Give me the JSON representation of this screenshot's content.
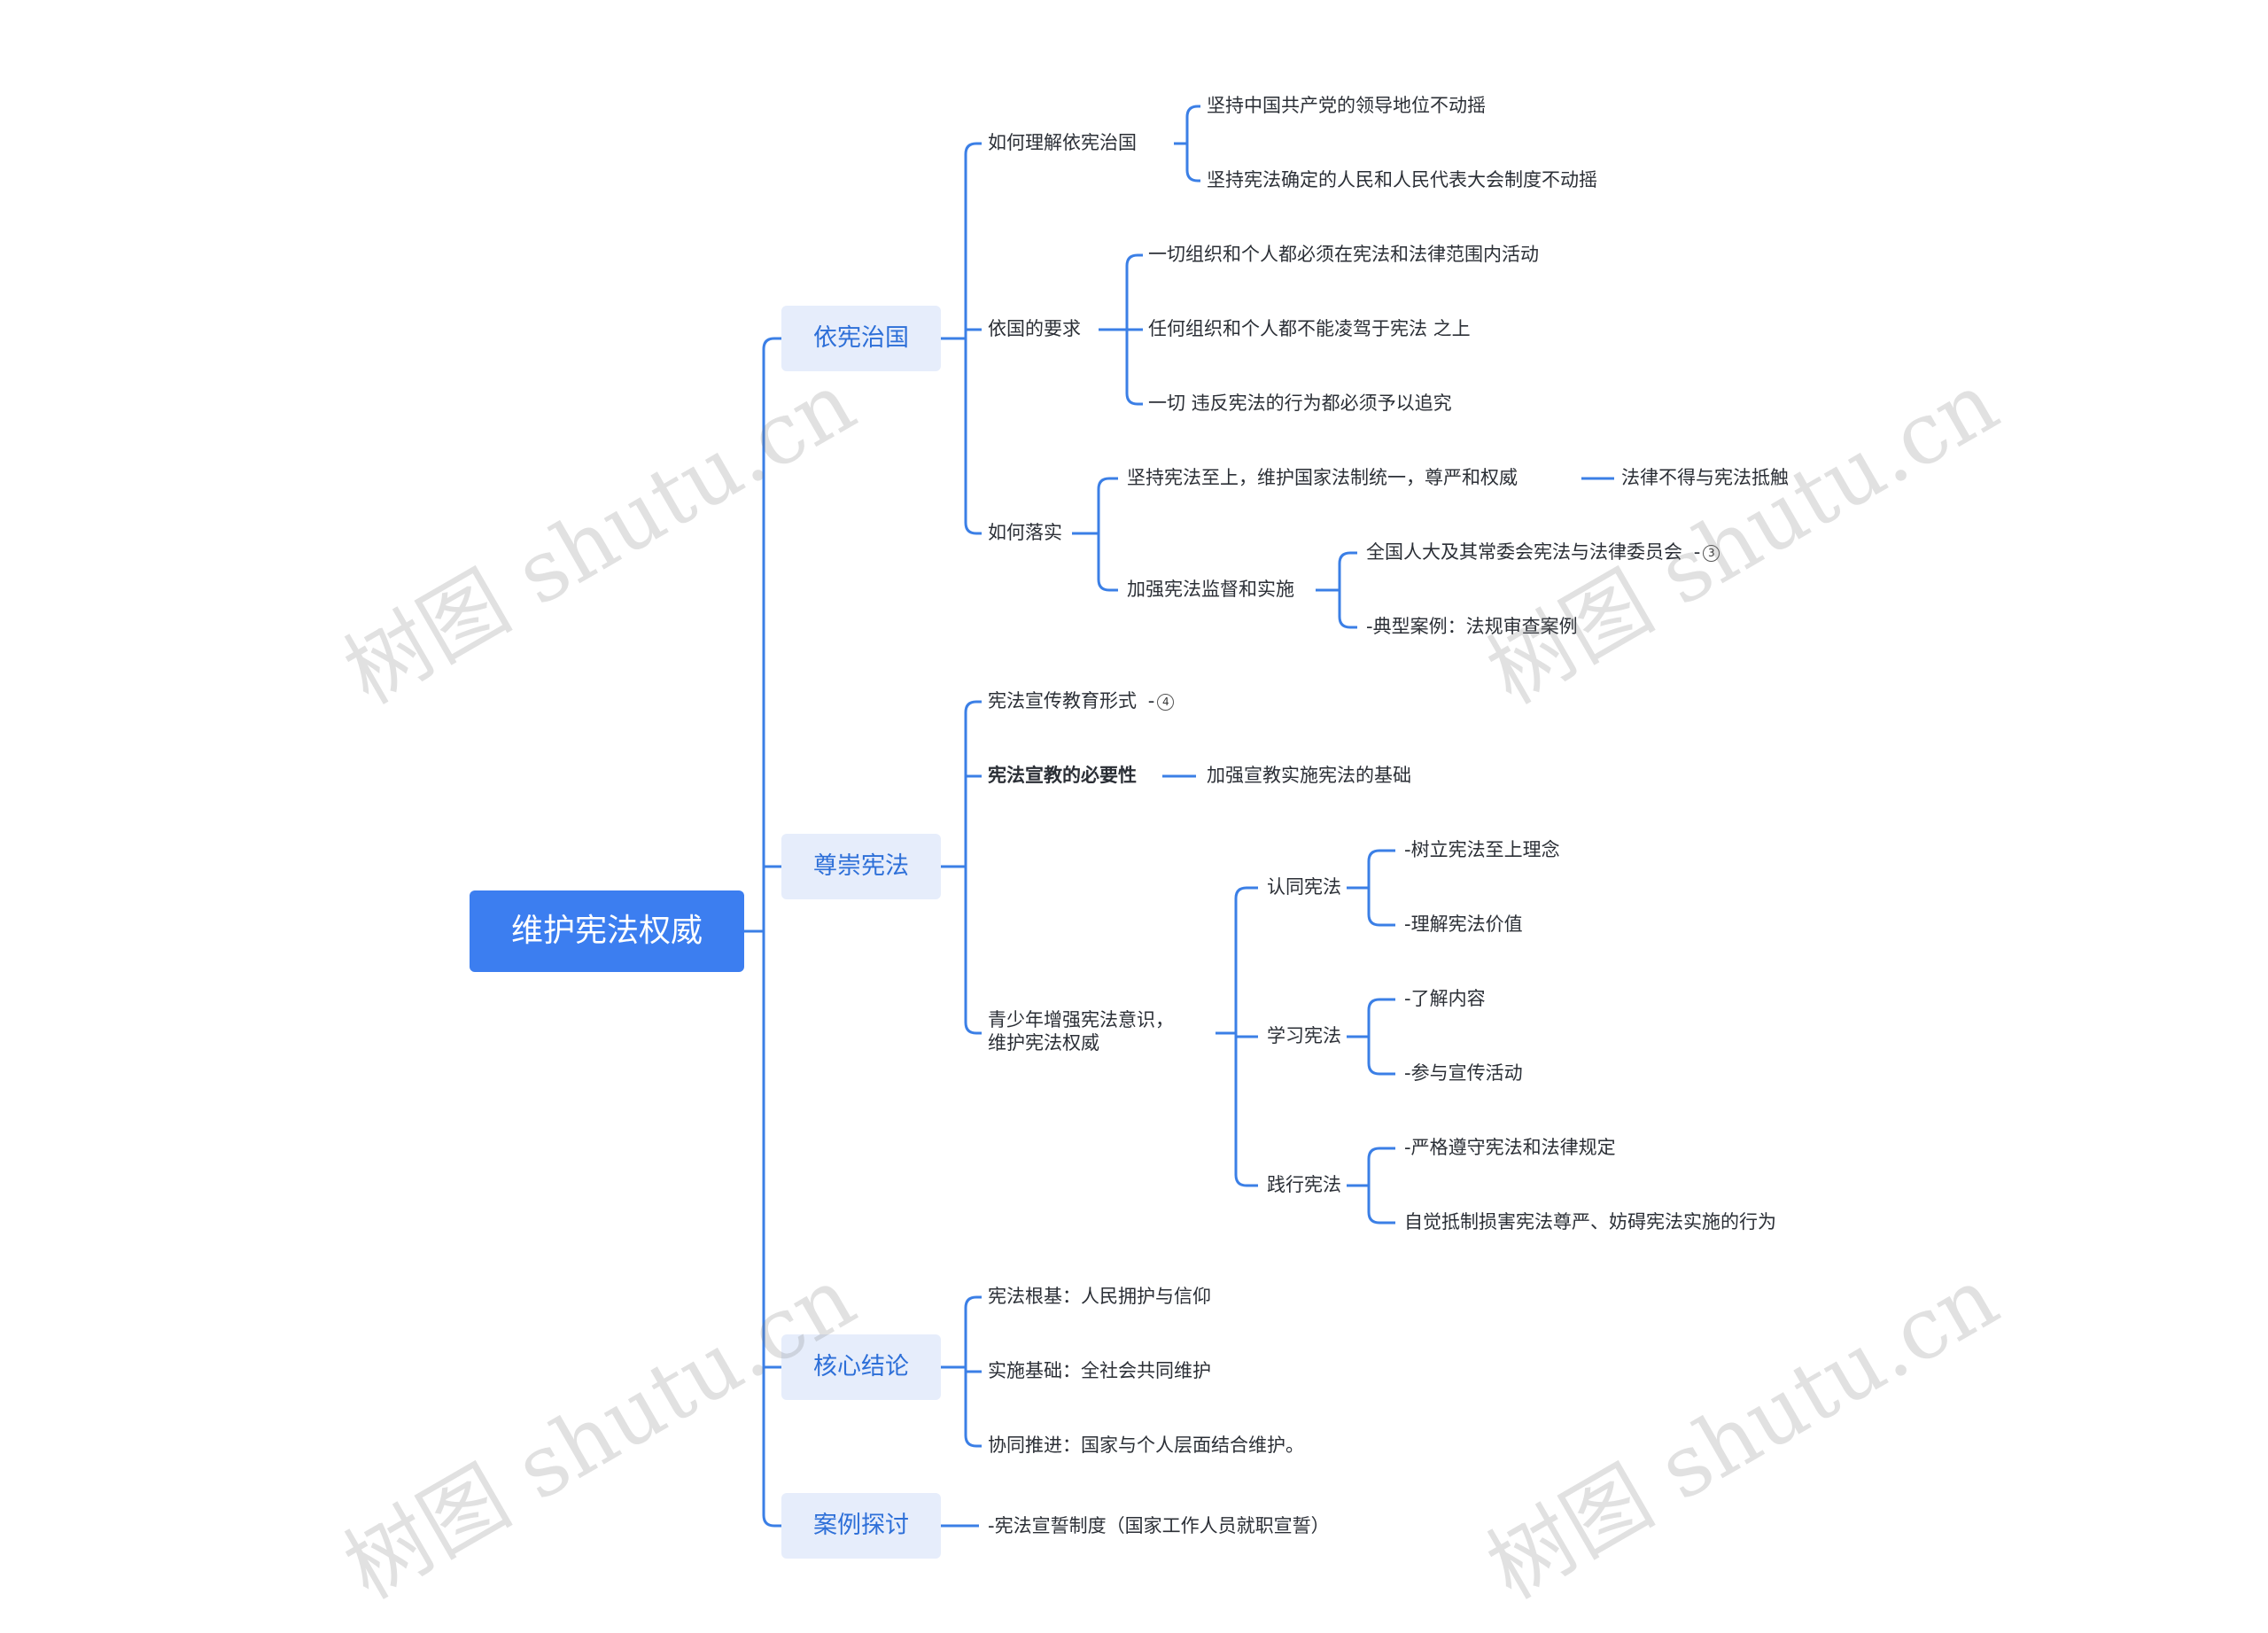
{
  "colors": {
    "line": "#3b7fe6",
    "root_bg": "#3c7ef0",
    "topic_bg": "#e6edfb",
    "topic_text": "#2d6fd8"
  },
  "watermark": "树图 shutu.cn",
  "root": "维护宪法权威",
  "topics": {
    "t1": "依宪治国",
    "t2": "尊崇宪法",
    "t3": "核心结论",
    "t4": "案例探讨"
  },
  "nodes": {
    "a1": "如何理解依宪治国",
    "a1_1": "坚持中国共产党的领导地位不动摇",
    "a1_2": "坚持宪法确定的人民和人民代表大会制度不动摇",
    "a2": "依国的要求",
    "a2_1": "一切组织和个人都必须在宪法和法律范围内活动",
    "a2_2": "任何组织和个人都不能凌驾于宪法 之上",
    "a2_3": "一切 违反宪法的行为都必须予以追究",
    "a3": "如何落实",
    "a3_1": "坚持宪法至上，维护国家法制统一，尊严和权威",
    "a3_1_1": "法律不得与宪法抵触",
    "a3_2": "加强宪法监督和实施",
    "a3_2_1": "全国人大及其常委会宪法与法律委员会",
    "a3_2_1_badge": "3",
    "a3_2_2": "-典型案例：法规审查案例",
    "b1": "宪法宣传教育形式",
    "b1_badge": "4",
    "b2": "宪法宣教的必要性",
    "b2_1": "加强宣教实施宪法的基础",
    "b3_line1": "青少年增强宪法意识，",
    "b3_line2": "维护宪法权威",
    "b3_1": "认同宪法",
    "b3_1_1": "-树立宪法至上理念",
    "b3_1_2": "-理解宪法价值",
    "b3_2": "学习宪法",
    "b3_2_1": "-了解内容",
    "b3_2_2": "-参与宣传活动",
    "b3_3": "践行宪法",
    "b3_3_1": "-严格遵守宪法和法律规定",
    "b3_3_2": "自觉抵制损害宪法尊严、妨碍宪法实施的行为",
    "c1": "宪法根基：人民拥护与信仰",
    "c2": "实施基础：全社会共同维护",
    "c3": "协同推进：国家与个人层面结合维护。",
    "d1": "-宪法宣誓制度（国家工作人员就职宣誓）"
  }
}
